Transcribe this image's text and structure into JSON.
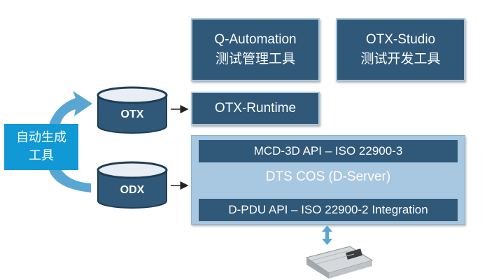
{
  "boxes": {
    "q_automation": {
      "title": "Q-Automation",
      "subtitle": "测试管理工具"
    },
    "otx_studio": {
      "title": "OTX-Studio",
      "subtitle": "测试开发工具"
    },
    "otx_runtime": {
      "title": "OTX-Runtime"
    }
  },
  "dts": {
    "top_band": "MCD-3D API – ISO 22900-3",
    "title": "DTS COS (D-Server)",
    "bottom_band": "D-PDU API – ISO 22900-2 Integration"
  },
  "databases": {
    "otx": "OTX",
    "odx": "ODX"
  },
  "generator": {
    "line1": "自动生成",
    "line2": "工具"
  },
  "colors": {
    "dark_box": "#2f5879",
    "light_panel": "#a8c7e0",
    "accent": "#1199d6",
    "cylinder": "#2f5879",
    "arrow": "#5aa6d3"
  },
  "icons": {
    "hardware": "ecu-device-icon",
    "link": "double-arrow-icon"
  }
}
